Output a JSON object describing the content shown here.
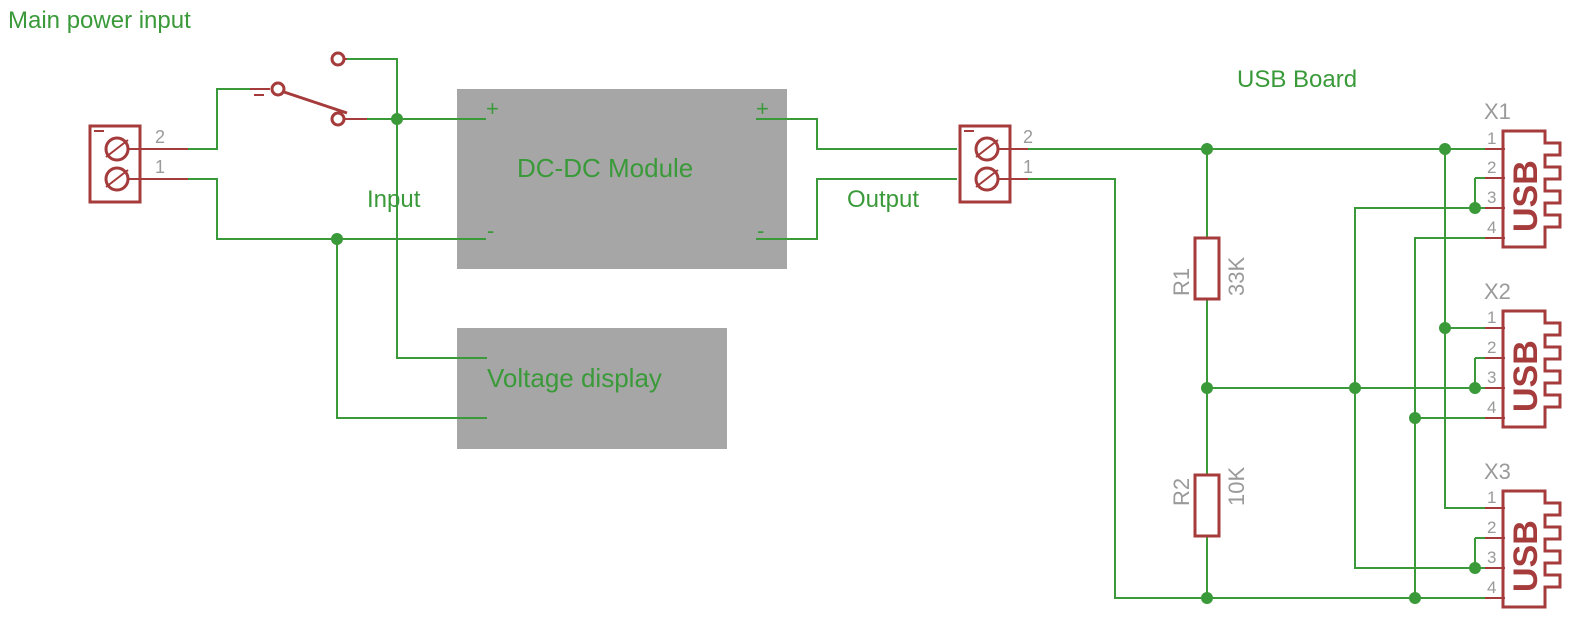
{
  "labels": {
    "main_power_input": "Main power input",
    "input": "Input",
    "output": "Output",
    "usb_board": "USB Board",
    "dcdc_module": "DC-DC Module",
    "voltage_display": "Voltage display",
    "plus": "+",
    "minus": "-"
  },
  "terminals": {
    "pin2": "2",
    "pin1": "1"
  },
  "resistors": [
    {
      "ref": "R1",
      "value": "33K"
    },
    {
      "ref": "R2",
      "value": "10K"
    }
  ],
  "connectors": [
    {
      "ref": "X1",
      "text": "USB",
      "pins": [
        "1",
        "2",
        "3",
        "4"
      ]
    },
    {
      "ref": "X2",
      "text": "USB",
      "pins": [
        "1",
        "2",
        "3",
        "4"
      ]
    },
    {
      "ref": "X3",
      "text": "USB",
      "pins": [
        "1",
        "2",
        "3",
        "4"
      ]
    }
  ],
  "colors": {
    "wire": "#3a9a3a",
    "component": "#a53b3b",
    "block": "#a6a6a6",
    "designator": "#9a9a9a"
  }
}
